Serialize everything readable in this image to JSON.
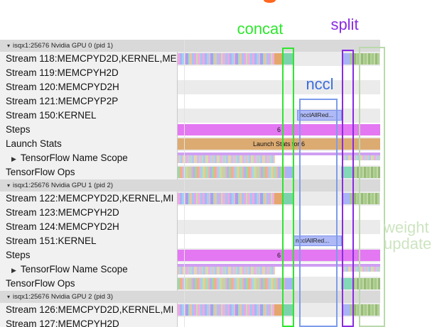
{
  "icons": {
    "expanded": "▾",
    "collapsed": "▶"
  },
  "annotations": {
    "concat": "concat",
    "split": "split",
    "nccl": "nccl",
    "weight_update_line1": "weight",
    "weight_update_line2": "update"
  },
  "colors": {
    "concat": "#2ee62e",
    "split": "#8a2be2",
    "nccl_label": "#3c6ce0",
    "nccl_bracket": "#7e9cea",
    "weight_update_text": "#cde4c0",
    "weight_update_box": "#b9d9ab",
    "steps_bar": "#e478f3",
    "launch_stats_bar": "#dcab72",
    "nccl_box_fill": "#aeb9f6",
    "truncated_top_label": "#ff671f"
  },
  "labels": {
    "steps_value": "6",
    "launch_stats": "Launch Stats for 6",
    "nccl_kernel": "ncclAllRed..."
  },
  "sections": [
    {
      "header": "isqx1:25676 Nvidia GPU 0 (pid 1)",
      "rows": [
        {
          "label": "Stream 118:MEMCPYD2D,KERNEL,ME",
          "type": "memcpy"
        },
        {
          "label": "Stream 119:MEMCPYH2D",
          "type": "empty"
        },
        {
          "label": "Stream 120:MEMCPYD2H",
          "type": "empty"
        },
        {
          "label": "Stream 121:MEMCPYP2P",
          "type": "empty"
        },
        {
          "label": "Stream 150:KERNEL",
          "type": "kernel"
        },
        {
          "label": "Steps",
          "type": "steps"
        },
        {
          "label": "Launch Stats",
          "type": "launch"
        },
        {
          "label": "TensorFlow Name Scope",
          "type": "namescope",
          "expandable": true
        },
        {
          "label": "TensorFlow Ops",
          "type": "ops"
        }
      ]
    },
    {
      "header": "isqx1:25676 Nvidia GPU 1 (pid 2)",
      "rows": [
        {
          "label": "Stream 122:MEMCPYD2D,KERNEL,MI",
          "type": "memcpy"
        },
        {
          "label": "Stream 123:MEMCPYH2D",
          "type": "empty"
        },
        {
          "label": "Stream 124:MEMCPYD2H",
          "type": "empty"
        },
        {
          "label": "Stream 151:KERNEL",
          "type": "kernel"
        },
        {
          "label": "Steps",
          "type": "steps"
        },
        {
          "label": "TensorFlow Name Scope",
          "type": "namescope",
          "expandable": true
        },
        {
          "label": "TensorFlow Ops",
          "type": "ops"
        }
      ]
    },
    {
      "header": "isqx1:25676 Nvidia GPU 2 (pid 3)",
      "rows": [
        {
          "label": "Stream 126:MEMCPYD2D,KERNEL,MI",
          "type": "memcpy"
        },
        {
          "label": "Stream 127:MEMCPYH2D",
          "type": "empty"
        }
      ]
    }
  ]
}
